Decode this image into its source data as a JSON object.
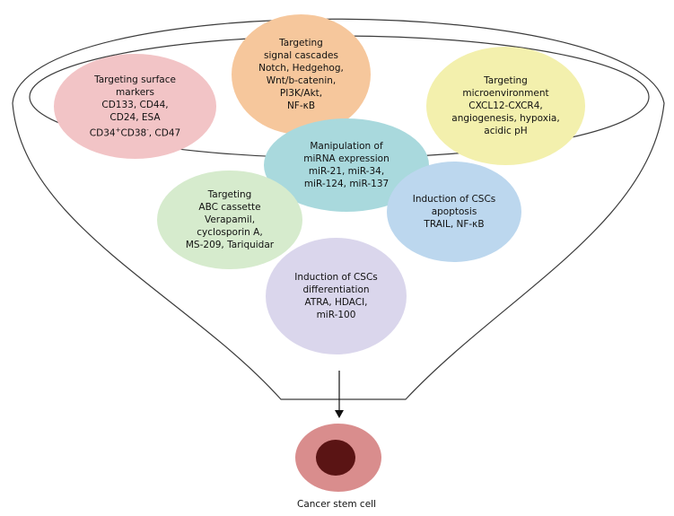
{
  "bubbles": {
    "surface_markers": {
      "lines": [
        "Targeting surface",
        "markers",
        "CD133, CD44,",
        "CD24, ESA"
      ],
      "cd_line": {
        "a": "CD34",
        "a_sup": "+",
        "b": "CD38",
        "b_sup": "-",
        "c": ", CD47"
      },
      "color": "#f2c4c6"
    },
    "signal_cascades": {
      "lines": [
        "Targeting",
        "signal cascades",
        "Notch, Hedgehog,",
        "Wnt/b-catenin,",
        "PI3K/Akt,",
        "NF-κB"
      ],
      "color": "#f6c79c"
    },
    "microenvironment": {
      "lines": [
        "Targeting",
        "microenvironment",
        "CXCL12-CXCR4,",
        "angiogenesis, hypoxia,",
        "acidic pH"
      ],
      "color": "#f3f0ad"
    },
    "mirna": {
      "lines": [
        "Manipulation of",
        "miRNA expression",
        "miR-21, miR-34,",
        "miR-124, miR-137"
      ],
      "color": "#a9d9dd"
    },
    "abc_cassette": {
      "lines": [
        "Targeting",
        "ABC cassette",
        "Verapamil,",
        "cyclosporin A,",
        "MS-209, Tariquidar"
      ],
      "color": "#d6ebcd"
    },
    "apoptosis": {
      "lines": [
        "Induction of CSCs",
        "apoptosis",
        "TRAIL, NF-κB"
      ],
      "color": "#bcd7ee"
    },
    "differentiation": {
      "lines": [
        "Induction of CSCs",
        "differentiation",
        "ATRA, HDACI,",
        "miR-100"
      ],
      "color": "#dad6ec"
    }
  },
  "cell": {
    "label": "Cancer stem cell",
    "outer_color": "#d98d8d",
    "inner_color": "#5a1414"
  },
  "funnel_color": "#3c3c3c"
}
